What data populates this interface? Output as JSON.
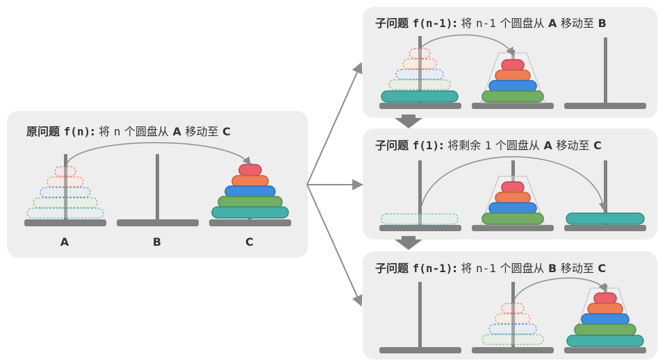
{
  "colors": {
    "panel_bg": "#eeeeee",
    "rod": "#808080",
    "arrow": "#8c8c8c",
    "disk_red": "#e8616b",
    "disk_orange": "#ef7e54",
    "disk_blue": "#3d8ce0",
    "disk_green": "#72ad64",
    "disk_teal": "#46b0a8"
  },
  "main": {
    "title_prefix": "原问题",
    "title_fn": "f(n)",
    "title_colon": ":",
    "title_text_1": "将",
    "title_n": "n",
    "title_text_2": "个圆盘从",
    "title_from": "A",
    "title_text_3": "移动至",
    "title_to": "C",
    "peg_labels": [
      "A",
      "B",
      "C"
    ]
  },
  "steps": [
    {
      "prefix": "子问题",
      "fn": "f(n-1)",
      "colon": ":",
      "text_1": "将",
      "count": "n-1",
      "text_2": "个圆盘从",
      "from": "A",
      "text_3": "移动至",
      "to": "B"
    },
    {
      "prefix": "子问题",
      "fn": "f(1)",
      "colon": ":",
      "text_1": "将剩余",
      "count": "1",
      "text_2": "个圆盘从",
      "from": "A",
      "text_3": "移动至",
      "to": "C"
    },
    {
      "prefix": "子问题",
      "fn": "f(n-1)",
      "colon": ":",
      "text_1": "将",
      "count": "n-1",
      "text_2": "个圆盘从",
      "from": "B",
      "text_3": "移动至",
      "to": "C"
    }
  ]
}
